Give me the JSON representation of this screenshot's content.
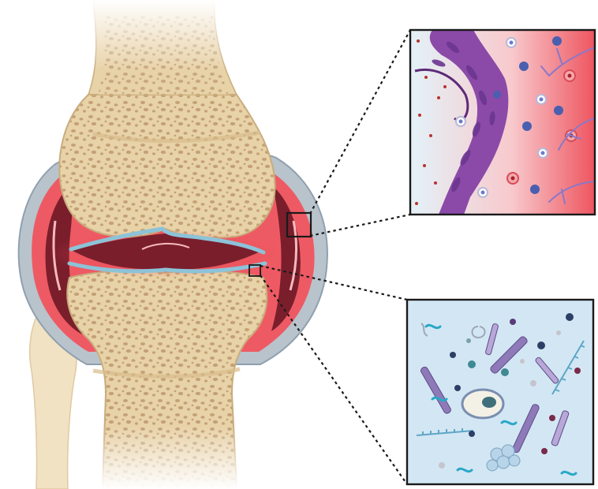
{
  "figure": {
    "main_view": "knee-joint-inflamed",
    "zoom_panels": [
      "synovium-inflammation",
      "synovial-fluid-content"
    ]
  },
  "colors": {
    "bone": "#e8d2a8",
    "bone_outline": "#c9ad7d",
    "trabecula": "#c4a174",
    "capsule": "#b8c3cc",
    "capsule_outline": "#8fa0ae",
    "inflamed_red": "#e8454f",
    "dark_synovium": "#7a1e2c",
    "cartilage_blue": "#8cc3d8",
    "purple_tissue": "#8b4aa8",
    "panel_fluid": "#d2e7f3",
    "panel_outline": "#1a1a1a"
  }
}
